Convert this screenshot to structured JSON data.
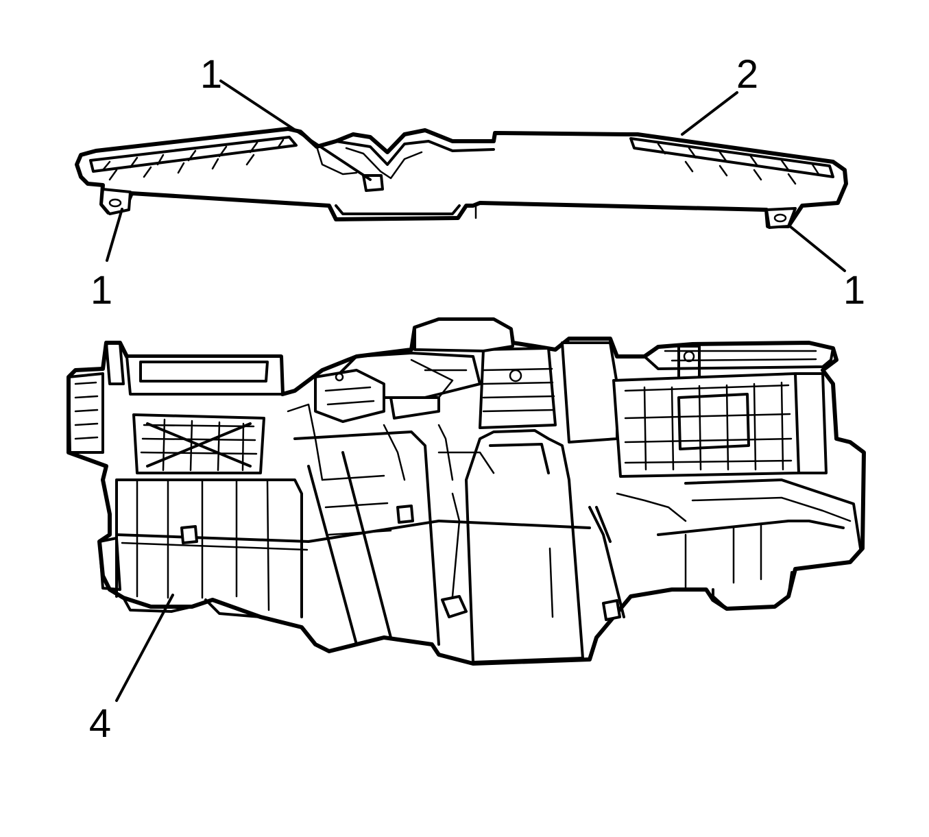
{
  "callouts": {
    "c1_top": "1",
    "c2_top": "2",
    "c1_left": "1",
    "c1_right": "1",
    "c4_bottom": "4"
  },
  "colors": {
    "line": "#000000",
    "background": "#ffffff"
  }
}
